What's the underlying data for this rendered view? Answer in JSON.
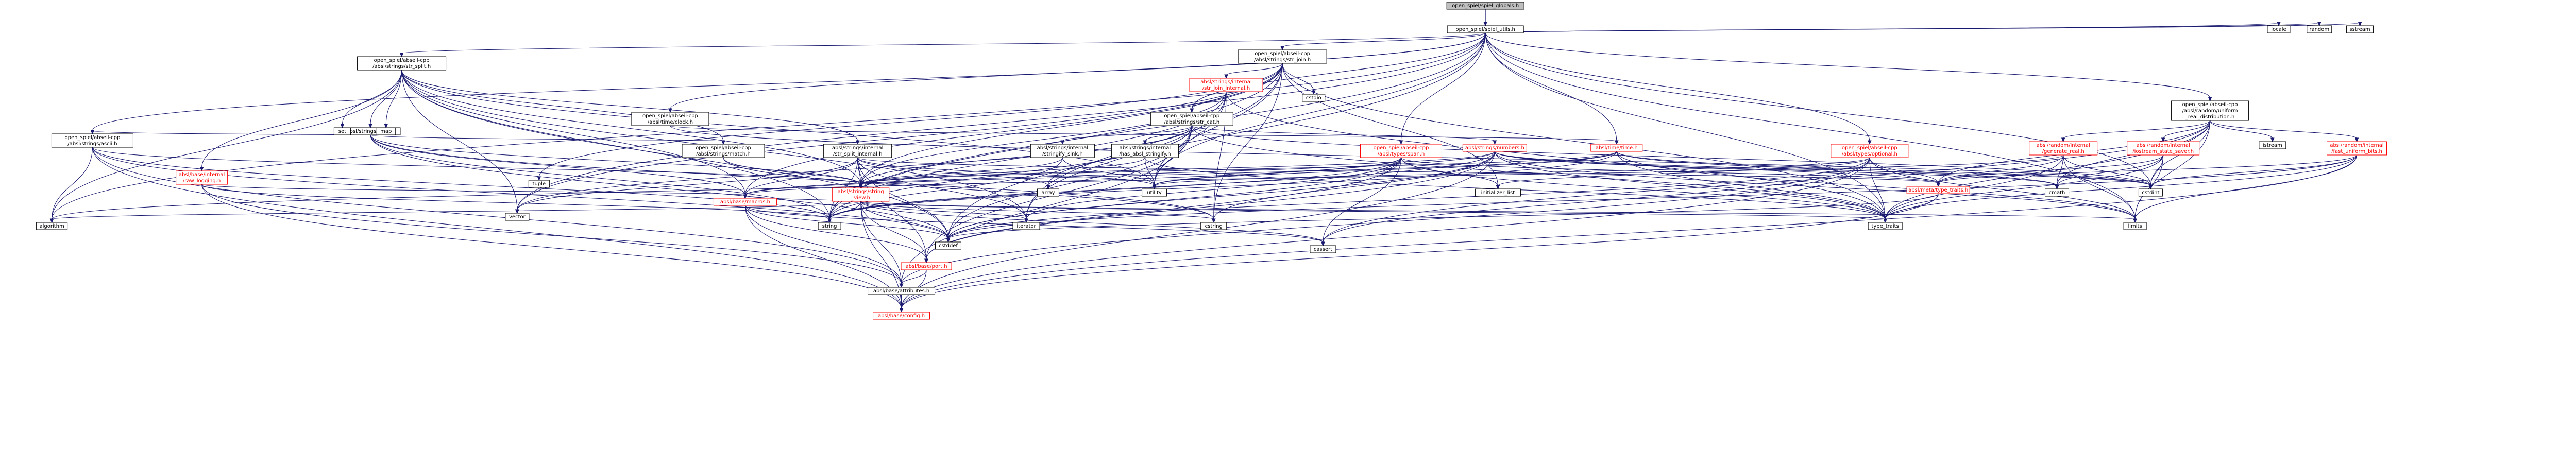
{
  "colors": {
    "root_fill": "#bfbfbf",
    "node_fill": "#ffffff",
    "border": "#000000",
    "missing_border": "#ff0000",
    "edge": "#191970"
  },
  "root": "open_spiel/spiel_globals.h",
  "nodes": [
    {
      "id": "root",
      "lines": [
        "open_spiel/spiel_globals.h"
      ],
      "root": true
    },
    {
      "id": "spiel_utils",
      "lines": [
        "open_spiel/spiel_utils.h"
      ]
    },
    {
      "id": "str_join",
      "lines": [
        "open_spiel/abseil-cpp",
        "/absl/strings/str_join.h"
      ]
    },
    {
      "id": "str_split",
      "lines": [
        "open_spiel/abseil-cpp",
        "/absl/strings/str_split.h"
      ]
    },
    {
      "id": "ascii",
      "lines": [
        "open_spiel/abseil-cpp",
        "/absl/strings/ascii.h"
      ]
    },
    {
      "id": "strip",
      "lines": [
        "absl/strings/strip.h"
      ]
    },
    {
      "id": "match",
      "lines": [
        "open_spiel/abseil-cpp",
        "/absl/strings/match.h"
      ]
    },
    {
      "id": "clock",
      "lines": [
        "open_spiel/abseil-cpp",
        "/absl/time/clock.h"
      ]
    },
    {
      "id": "str_cat",
      "lines": [
        "open_spiel/abseil-cpp",
        "/absl/strings/str_cat.h"
      ]
    },
    {
      "id": "str_join_internal",
      "lines": [
        "absl/strings/internal",
        "/str_join_internal.h"
      ],
      "missing": true
    },
    {
      "id": "str_split_internal",
      "lines": [
        "absl/strings/internal",
        "/str_split_internal.h"
      ]
    },
    {
      "id": "raw_logging",
      "lines": [
        "absl/base/internal",
        "/raw_logging.h"
      ],
      "missing": true
    },
    {
      "id": "stringify_sink",
      "lines": [
        "absl/strings/internal",
        "/stringify_sink.h"
      ]
    },
    {
      "id": "has_absl_stringify",
      "lines": [
        "absl/strings/internal",
        "/has_absl_stringify.h"
      ]
    },
    {
      "id": "span",
      "lines": [
        "open_spiel/abseil-cpp",
        "/absl/types/span.h"
      ],
      "missing": true
    },
    {
      "id": "numbers",
      "lines": [
        "absl/strings/numbers.h"
      ],
      "missing": true
    },
    {
      "id": "time",
      "lines": [
        "absl/time/time.h"
      ],
      "missing": true
    },
    {
      "id": "optional",
      "lines": [
        "open_spiel/abseil-cpp",
        "/absl/types/optional.h"
      ],
      "missing": true
    },
    {
      "id": "uniform_real",
      "lines": [
        "open_spiel/abseil-cpp",
        "/absl/random/uniform",
        "_real_distribution.h"
      ]
    },
    {
      "id": "generate_real",
      "lines": [
        "absl/random/internal",
        "/generate_real.h"
      ],
      "missing": true
    },
    {
      "id": "iostream_state_saver",
      "lines": [
        "absl/random/internal",
        "/iostream_state_saver.h"
      ],
      "missing": true
    },
    {
      "id": "fast_uniform_bits",
      "lines": [
        "absl/random/internal",
        "/fast_uniform_bits.h"
      ],
      "missing": true
    },
    {
      "id": "string_view",
      "lines": [
        "absl/strings/string",
        "_view.h"
      ],
      "missing": true
    },
    {
      "id": "type_traits_absl",
      "lines": [
        "absl/meta/type_traits.h"
      ],
      "missing": true
    },
    {
      "id": "macros",
      "lines": [
        "absl/base/macros.h"
      ],
      "missing": true
    },
    {
      "id": "port",
      "lines": [
        "absl/base/port.h"
      ],
      "missing": true
    },
    {
      "id": "attributes",
      "lines": [
        "absl/base/attributes.h"
      ]
    },
    {
      "id": "config",
      "lines": [
        "absl/base/config.h"
      ],
      "missing": true
    },
    {
      "id": "set",
      "lines": [
        "set"
      ]
    },
    {
      "id": "map",
      "lines": [
        "map"
      ]
    },
    {
      "id": "cstdio",
      "lines": [
        "cstdio"
      ]
    },
    {
      "id": "locale",
      "lines": [
        "locale"
      ]
    },
    {
      "id": "random",
      "lines": [
        "random"
      ]
    },
    {
      "id": "sstream",
      "lines": [
        "sstream"
      ]
    },
    {
      "id": "istream",
      "lines": [
        "istream"
      ]
    },
    {
      "id": "tuple",
      "lines": [
        "tuple"
      ]
    },
    {
      "id": "vector",
      "lines": [
        "vector"
      ]
    },
    {
      "id": "array",
      "lines": [
        "array"
      ]
    },
    {
      "id": "utility",
      "lines": [
        "utility"
      ]
    },
    {
      "id": "initializer_list",
      "lines": [
        "initializer_list"
      ]
    },
    {
      "id": "cmath",
      "lines": [
        "cmath"
      ]
    },
    {
      "id": "cstdint",
      "lines": [
        "cstdint"
      ]
    },
    {
      "id": "algorithm",
      "lines": [
        "algorithm"
      ]
    },
    {
      "id": "string",
      "lines": [
        "string"
      ]
    },
    {
      "id": "iterator",
      "lines": [
        "iterator"
      ]
    },
    {
      "id": "cstring",
      "lines": [
        "cstring"
      ]
    },
    {
      "id": "type_traits",
      "lines": [
        "type_traits"
      ]
    },
    {
      "id": "limits",
      "lines": [
        "limits"
      ]
    },
    {
      "id": "cstddef",
      "lines": [
        "cstddef"
      ]
    },
    {
      "id": "cassert",
      "lines": [
        "cassert"
      ]
    }
  ],
  "edges": [
    [
      "root",
      "spiel_utils"
    ],
    [
      "spiel_utils",
      "str_join"
    ],
    [
      "spiel_utils",
      "str_split"
    ],
    [
      "spiel_utils",
      "ascii"
    ],
    [
      "spiel_utils",
      "clock"
    ],
    [
      "spiel_utils",
      "str_cat"
    ],
    [
      "spiel_utils",
      "span"
    ],
    [
      "spiel_utils",
      "time"
    ],
    [
      "spiel_utils",
      "optional"
    ],
    [
      "spiel_utils",
      "uniform_real"
    ],
    [
      "spiel_utils",
      "locale"
    ],
    [
      "spiel_utils",
      "random"
    ],
    [
      "spiel_utils",
      "sstream"
    ],
    [
      "spiel_utils",
      "cstdint"
    ],
    [
      "spiel_utils",
      "limits"
    ],
    [
      "spiel_utils",
      "type_traits"
    ],
    [
      "spiel_utils",
      "algorithm"
    ],
    [
      "spiel_utils",
      "vector"
    ],
    [
      "spiel_utils",
      "string"
    ],
    [
      "spiel_utils",
      "utility"
    ],
    [
      "spiel_utils",
      "cstddef"
    ],
    [
      "str_join",
      "str_join_internal"
    ],
    [
      "str_join",
      "str_cat"
    ],
    [
      "str_join",
      "string_view"
    ],
    [
      "str_join",
      "macros"
    ],
    [
      "str_join",
      "cstdio"
    ],
    [
      "str_join",
      "cstring"
    ],
    [
      "str_join",
      "iterator"
    ],
    [
      "str_join",
      "string"
    ],
    [
      "str_join",
      "type_traits"
    ],
    [
      "str_join",
      "utility"
    ],
    [
      "str_join",
      "initializer_list"
    ],
    [
      "str_join",
      "tuple"
    ],
    [
      "str_join",
      "vector"
    ],
    [
      "str_split",
      "set"
    ],
    [
      "str_split",
      "map"
    ],
    [
      "str_split",
      "strip"
    ],
    [
      "str_split",
      "match"
    ],
    [
      "str_split",
      "str_split_internal"
    ],
    [
      "str_split",
      "raw_logging"
    ],
    [
      "str_split",
      "string_view"
    ],
    [
      "str_split",
      "macros"
    ],
    [
      "str_split",
      "algorithm"
    ],
    [
      "str_split",
      "string"
    ],
    [
      "str_split",
      "vector"
    ],
    [
      "str_split",
      "utility"
    ],
    [
      "str_split",
      "cstddef"
    ],
    [
      "str_split",
      "iterator"
    ],
    [
      "ascii",
      "string_view"
    ],
    [
      "ascii",
      "attributes"
    ],
    [
      "ascii",
      "config"
    ],
    [
      "ascii",
      "algorithm"
    ],
    [
      "ascii",
      "string"
    ],
    [
      "ascii",
      "cstddef"
    ],
    [
      "strip",
      "ascii"
    ],
    [
      "strip",
      "match"
    ],
    [
      "strip",
      "string_view"
    ],
    [
      "strip",
      "macros"
    ],
    [
      "strip",
      "string"
    ],
    [
      "strip",
      "cstddef"
    ],
    [
      "strip",
      "cstring"
    ],
    [
      "match",
      "string_view"
    ],
    [
      "match",
      "cstring"
    ],
    [
      "clock",
      "time"
    ],
    [
      "clock",
      "cstdint"
    ],
    [
      "str_cat",
      "stringify_sink"
    ],
    [
      "str_cat",
      "has_absl_stringify"
    ],
    [
      "str_cat",
      "numbers"
    ],
    [
      "str_cat",
      "string_view"
    ],
    [
      "str_cat",
      "port"
    ],
    [
      "str_cat",
      "attributes"
    ],
    [
      "str_cat",
      "array"
    ],
    [
      "str_cat",
      "cstdint"
    ],
    [
      "str_cat",
      "string"
    ],
    [
      "str_cat",
      "type_traits"
    ],
    [
      "str_cat",
      "utility"
    ],
    [
      "str_cat",
      "vector"
    ],
    [
      "str_cat",
      "cstddef"
    ],
    [
      "str_join_internal",
      "str_cat"
    ],
    [
      "str_join_internal",
      "string_view"
    ],
    [
      "str_join_internal",
      "cstring"
    ],
    [
      "str_join_internal",
      "iterator"
    ],
    [
      "str_join_internal",
      "string"
    ],
    [
      "str_join_internal",
      "utility"
    ],
    [
      "str_join_internal",
      "type_traits"
    ],
    [
      "str_split_internal",
      "string_view"
    ],
    [
      "str_split_internal",
      "type_traits_absl"
    ],
    [
      "str_split_internal",
      "port"
    ],
    [
      "str_split_internal",
      "macros"
    ],
    [
      "str_split_internal",
      "array"
    ],
    [
      "str_split_internal",
      "iterator"
    ],
    [
      "str_split_internal",
      "string"
    ],
    [
      "str_split_internal",
      "vector"
    ],
    [
      "str_split_internal",
      "utility"
    ],
    [
      "str_split_internal",
      "cstddef"
    ],
    [
      "raw_logging",
      "macros"
    ],
    [
      "raw_logging",
      "attributes"
    ],
    [
      "raw_logging",
      "config"
    ],
    [
      "raw_logging",
      "string"
    ],
    [
      "stringify_sink",
      "string_view"
    ],
    [
      "stringify_sink",
      "string"
    ],
    [
      "stringify_sink",
      "utility"
    ],
    [
      "has_absl_stringify",
      "string_view"
    ],
    [
      "has_absl_stringify",
      "type_traits"
    ],
    [
      "has_absl_stringify",
      "utility"
    ],
    [
      "span",
      "algorithm"
    ],
    [
      "span",
      "cassert"
    ],
    [
      "span",
      "cstddef"
    ],
    [
      "span",
      "initializer_list"
    ],
    [
      "span",
      "iterator"
    ],
    [
      "span",
      "type_traits"
    ],
    [
      "span",
      "utility"
    ],
    [
      "span",
      "string"
    ],
    [
      "span",
      "type_traits_absl"
    ],
    [
      "span",
      "port"
    ],
    [
      "numbers",
      "string_view"
    ],
    [
      "numbers",
      "type_traits_absl"
    ],
    [
      "numbers",
      "macros"
    ],
    [
      "numbers",
      "port"
    ],
    [
      "numbers",
      "config"
    ],
    [
      "numbers",
      "cmath"
    ],
    [
      "numbers",
      "cstdint"
    ],
    [
      "numbers",
      "limits"
    ],
    [
      "numbers",
      "string"
    ],
    [
      "numbers",
      "type_traits"
    ],
    [
      "numbers",
      "cstddef"
    ],
    [
      "numbers",
      "cstring"
    ],
    [
      "time",
      "string_view"
    ],
    [
      "time",
      "macros"
    ],
    [
      "time",
      "cmath"
    ],
    [
      "time",
      "cstdint"
    ],
    [
      "time",
      "limits"
    ],
    [
      "time",
      "string"
    ],
    [
      "time",
      "type_traits"
    ],
    [
      "time",
      "utility"
    ],
    [
      "optional",
      "type_traits_absl"
    ],
    [
      "optional",
      "attributes"
    ],
    [
      "optional",
      "config"
    ],
    [
      "optional",
      "cassert"
    ],
    [
      "optional",
      "utility"
    ],
    [
      "optional",
      "type_traits"
    ],
    [
      "optional",
      "initializer_list"
    ],
    [
      "optional",
      "cstddef"
    ],
    [
      "optional",
      "limits"
    ],
    [
      "uniform_real",
      "generate_real"
    ],
    [
      "uniform_real",
      "iostream_state_saver"
    ],
    [
      "uniform_real",
      "fast_uniform_bits"
    ],
    [
      "uniform_real",
      "type_traits_absl"
    ],
    [
      "uniform_real",
      "istream"
    ],
    [
      "uniform_real",
      "cassert"
    ],
    [
      "uniform_real",
      "cmath"
    ],
    [
      "uniform_real",
      "cstdint"
    ],
    [
      "uniform_real",
      "limits"
    ],
    [
      "uniform_real",
      "type_traits"
    ],
    [
      "generate_real",
      "type_traits_absl"
    ],
    [
      "generate_real",
      "macros"
    ],
    [
      "generate_real",
      "cstdint"
    ],
    [
      "generate_real",
      "cmath"
    ],
    [
      "generate_real",
      "limits"
    ],
    [
      "generate_real",
      "type_traits"
    ],
    [
      "iostream_state_saver",
      "type_traits_absl"
    ],
    [
      "iostream_state_saver",
      "cmath"
    ],
    [
      "iostream_state_saver",
      "cstdint"
    ],
    [
      "iostream_state_saver",
      "limits"
    ],
    [
      "iostream_state_saver",
      "type_traits"
    ],
    [
      "fast_uniform_bits",
      "config"
    ],
    [
      "fast_uniform_bits",
      "type_traits_absl"
    ],
    [
      "fast_uniform_bits",
      "cstddef"
    ],
    [
      "fast_uniform_bits",
      "cstdint"
    ],
    [
      "fast_uniform_bits",
      "limits"
    ],
    [
      "fast_uniform_bits",
      "type_traits"
    ],
    [
      "string_view",
      "config"
    ],
    [
      "string_view",
      "string"
    ],
    [
      "string_view",
      "algorithm"
    ],
    [
      "string_view",
      "cassert"
    ],
    [
      "string_view",
      "cstddef"
    ],
    [
      "string_view",
      "cstring"
    ],
    [
      "string_view",
      "iosfwd_none"
    ],
    [
      "string_view",
      "iterator"
    ],
    [
      "string_view",
      "limits"
    ],
    [
      "string_view",
      "attributes"
    ],
    [
      "string_view",
      "port"
    ],
    [
      "string_view",
      "macros"
    ],
    [
      "string_view",
      "type_traits"
    ],
    [
      "type_traits_absl",
      "cstddef"
    ],
    [
      "type_traits_absl",
      "functional_none"
    ],
    [
      "type_traits_absl",
      "type_traits"
    ],
    [
      "type_traits_absl",
      "config"
    ],
    [
      "macros",
      "cassert"
    ],
    [
      "macros",
      "cstddef"
    ],
    [
      "macros",
      "attributes"
    ],
    [
      "macros",
      "config"
    ],
    [
      "macros",
      "port"
    ],
    [
      "port",
      "attributes"
    ],
    [
      "port",
      "config"
    ],
    [
      "attributes",
      "config"
    ]
  ]
}
